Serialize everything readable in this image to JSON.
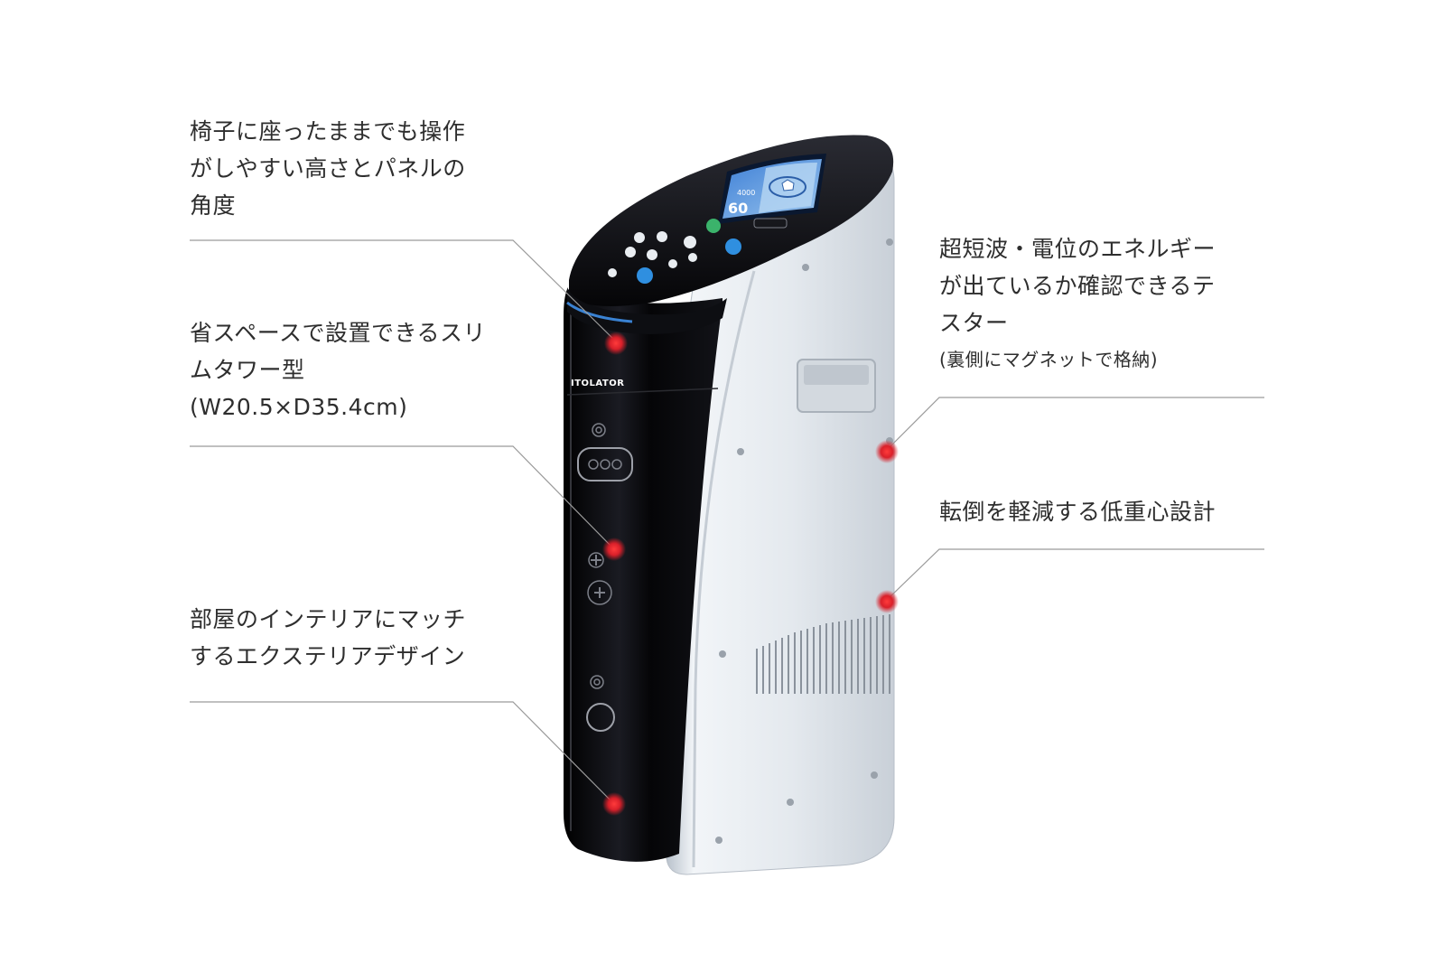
{
  "features": {
    "seat_height": {
      "lines": [
        "椅子に座ったままでも操作",
        "がしやすい高さとパネルの",
        "角度"
      ]
    },
    "slim_tower": {
      "lines": [
        "省スペースで設置できるスリ",
        "ムタワー型",
        "(W20.5×D35.4cm)"
      ]
    },
    "exterior": {
      "lines": [
        "部屋のインテリアにマッチ",
        "するエクステリアデザイン"
      ]
    },
    "tester": {
      "lines": [
        "超短波・電位のエネルギー",
        "が出ているか確認できるテ",
        "スター"
      ],
      "note": "(裏側にマグネットで格納)"
    },
    "low_gravity": {
      "lines": [
        "転倒を軽減する低重心設計"
      ]
    }
  },
  "device": {
    "brand": "ITOLATOR",
    "screen_value": "60",
    "screen_small": "4000",
    "colors": {
      "body_front": "#0b0b10",
      "body_side": "#e6ebf0",
      "accent_blue": "#2f8fe0",
      "accent_green": "#3bb36b",
      "marker_red": "#d9202a",
      "leader_line": "#9a9a9a"
    }
  }
}
